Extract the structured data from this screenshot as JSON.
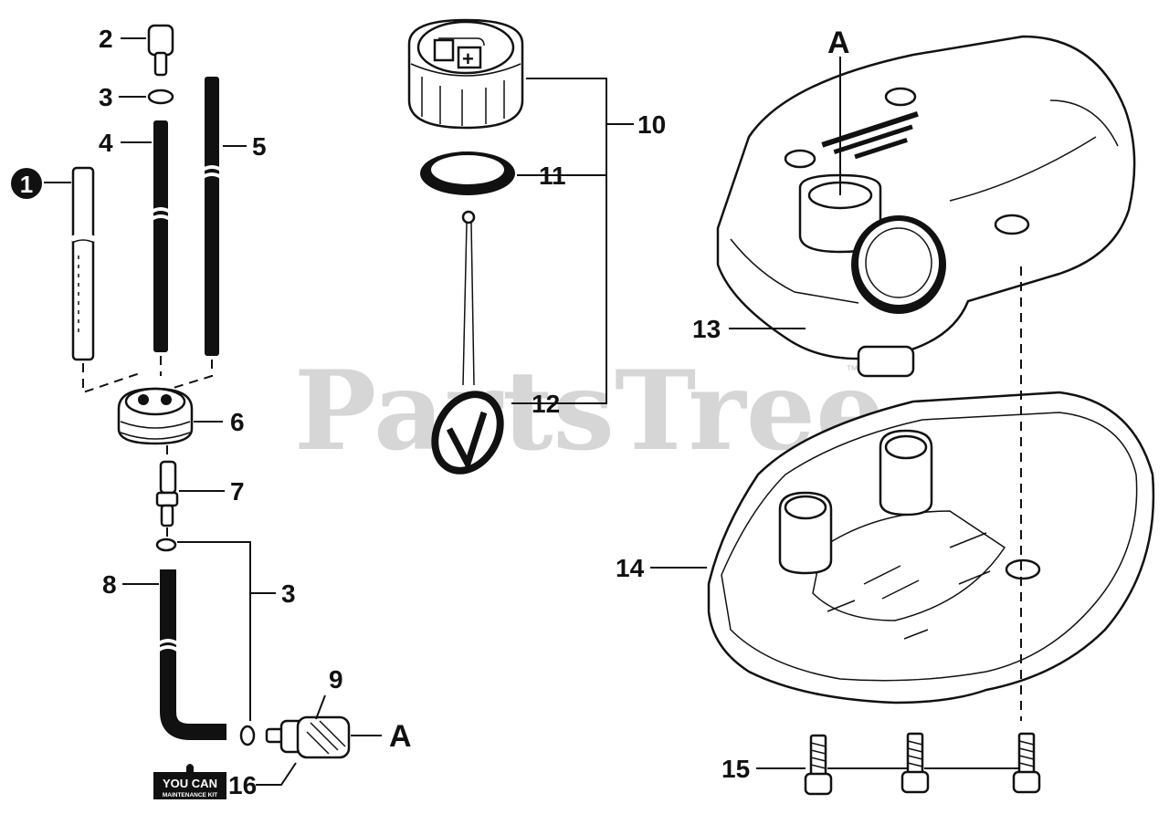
{
  "watermark": {
    "text": "PartsTree",
    "mark": "™"
  },
  "callouts": {
    "c1": "1",
    "c2": "2",
    "c3a": "3",
    "c3b": "3",
    "c4": "4",
    "c5": "5",
    "c6": "6",
    "c7": "7",
    "c8": "8",
    "c9": "9",
    "c10": "10",
    "c11": "11",
    "c12": "12",
    "c13": "13",
    "c14": "14",
    "c15": "15",
    "c16": "16"
  },
  "references": {
    "a_top": "A",
    "a_right": "A"
  },
  "kit_badge": {
    "line1": "YOU CAN",
    "line2": "MAINTENANCE KIT",
    "icon": "wrench-icon"
  },
  "colors": {
    "ink": "#111111",
    "watermark": "#d6d6d6",
    "background": "#ffffff"
  }
}
